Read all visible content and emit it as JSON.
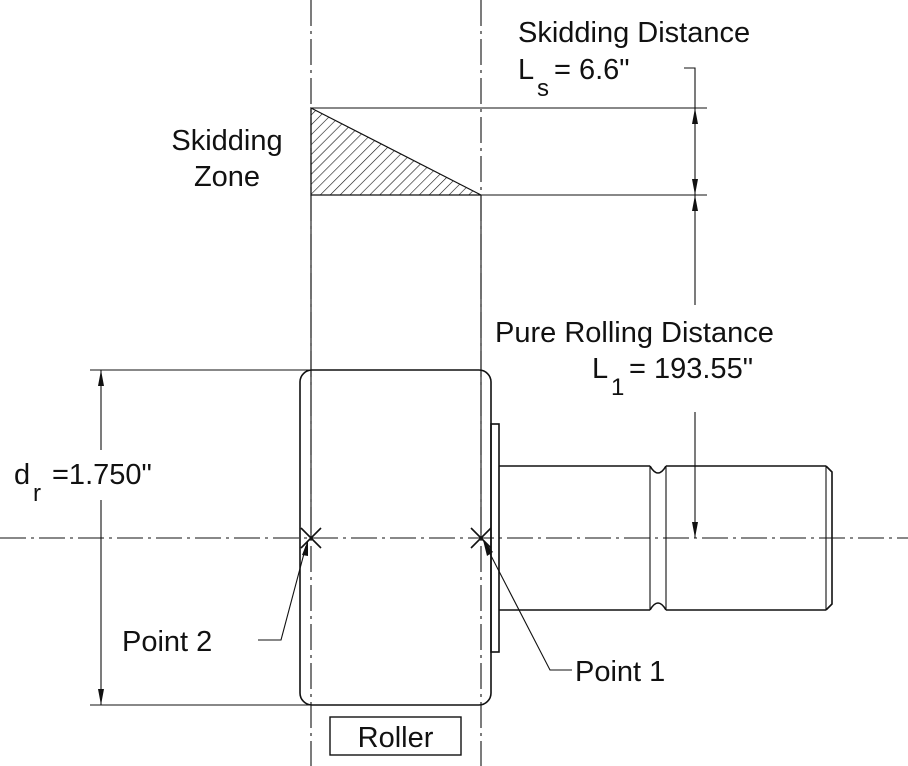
{
  "skidding_distance": {
    "title": "Skidding Distance",
    "symbol": "L",
    "subscript": "s",
    "value": "= 6.6\""
  },
  "skidding_zone": {
    "line1": "Skidding",
    "line2": "Zone"
  },
  "pure_rolling_distance": {
    "title": "Pure Rolling Distance",
    "symbol": "L",
    "subscript": "1",
    "value": "= 193.55\""
  },
  "roller_diameter": {
    "symbol": "d",
    "subscript": "r",
    "value": "=1.750\""
  },
  "point_labels": {
    "point1": "Point 1",
    "point2": "Point 2"
  },
  "roller_box_label": "Roller",
  "colors": {
    "line": "#111111",
    "background": "#ffffff"
  }
}
